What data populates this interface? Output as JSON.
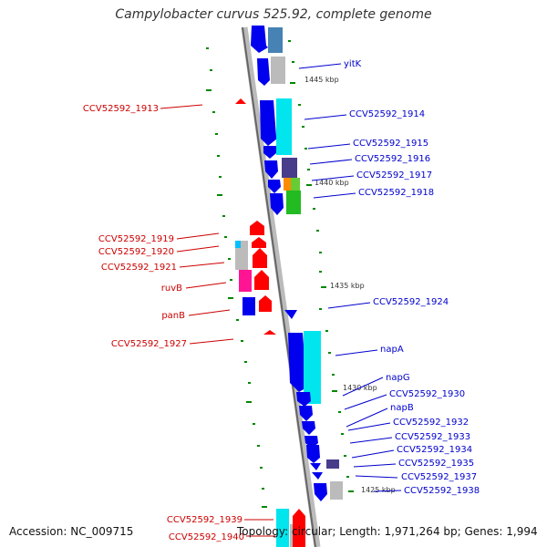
{
  "title": "Campylobacter curvus 525.92, complete genome",
  "footer": {
    "accession": "Accession: NC_009715",
    "topology": "Topology: circular; Length: 1,971,264 bp; Genes: 1,994"
  },
  "colors": {
    "left_label": "#cc0000",
    "right_label": "#0000cc",
    "left_gene": "#ff0000",
    "right_gene": "#0000ee",
    "tick": "#008800",
    "backbone": "#888888"
  },
  "scale_labels": [
    "1445 kbp",
    "1440 kbp",
    "1435 kbp",
    "1430 kbp",
    "1425 kbp"
  ],
  "left_labels": [
    "CCV52592_1913",
    "CCV52592_1919",
    "CCV52592_1920",
    "CCV52592_1921",
    "ruvB",
    "panB",
    "CCV52592_1927",
    "CCV52592_1939",
    "CCV52592_1940"
  ],
  "right_labels": [
    "yitK",
    "CCV52592_1914",
    "CCV52592_1915",
    "CCV52592_1916",
    "CCV52592_1917",
    "CCV52592_1918",
    "CCV52592_1924",
    "napA",
    "napG",
    "CCV52592_1930",
    "napB",
    "CCV52592_1932",
    "CCV52592_1933",
    "CCV52592_1934",
    "CCV52592_1935",
    "CCV52592_1937",
    "CCV52592_1938"
  ]
}
